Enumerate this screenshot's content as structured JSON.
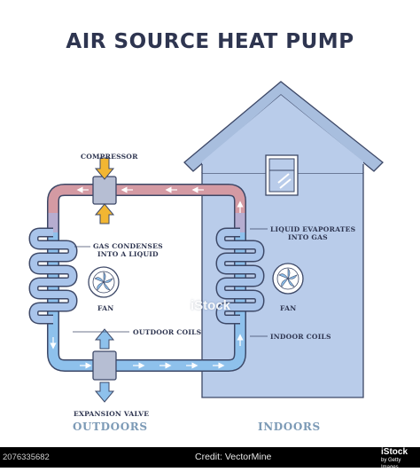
{
  "title": "AIR SOURCE HEAT PUMP",
  "labels": {
    "compressor": "COMPRESSOR",
    "gas_condenses_1": "GAS CONDENSES",
    "gas_condenses_2": "INTO A LIQUID",
    "fan_outdoor": "FAN",
    "outdoor_coils": "OUTDOOR COILS",
    "expansion_valve": "EXPANSION VALVE",
    "liquid_evaporates_1": "LIQUID EVAPORATES",
    "liquid_evaporates_2": "INTO GAS",
    "fan_indoor": "FAN",
    "indoor_coils": "INDOOR COILS"
  },
  "zones": {
    "outdoors": "OUTDOORS",
    "indoors": "INDOORS"
  },
  "watermark": {
    "brand": "iStock",
    "credit": "Credit: VectorMine"
  },
  "stock_bar": {
    "id": "2076335682",
    "logo_line1": "iStock",
    "logo_line2": "by Getty Images"
  },
  "colors": {
    "hot_pipe": "#d49aa3",
    "cold_pipe": "#8ec1ec",
    "house_fill": "#b9ccea",
    "roof_fill": "#a8bede",
    "outline": "#3d4867",
    "arrow": "#f2b632",
    "zone_text": "#7c9ab6"
  }
}
